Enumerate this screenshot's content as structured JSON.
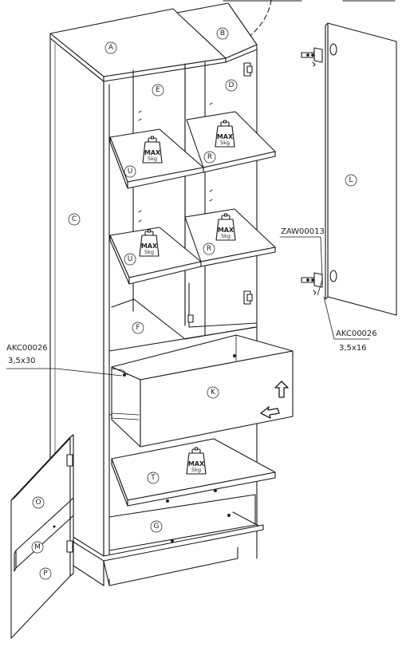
{
  "parts": {
    "A": "A",
    "B": "B",
    "C": "C",
    "D": "D",
    "E": "E",
    "F": "F",
    "G": "G",
    "K": "K",
    "L": "L",
    "M": "M",
    "O": "O",
    "P": "P",
    "R": "R",
    "T": "T",
    "U": "U"
  },
  "weight_badge": {
    "max": "MAX",
    "kg": "5kg"
  },
  "callouts": {
    "zaw": "ZAW00013",
    "akc_right_code": "AKC00026",
    "akc_right_size": "3,5x16",
    "akc_left_code": "AKC00026",
    "akc_left_size": "3,5x30"
  }
}
